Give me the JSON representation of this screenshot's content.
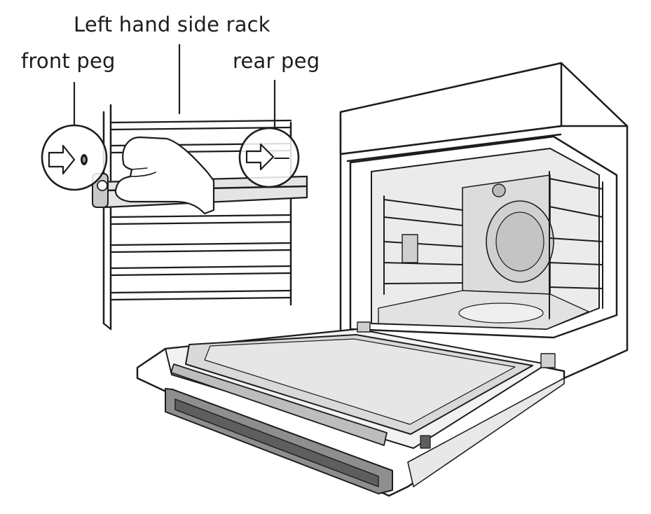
{
  "labels": {
    "rack": "Left hand side rack",
    "front_peg": "front peg",
    "rear_peg": "rear peg"
  },
  "colors": {
    "line": "#1d1d1b",
    "cavity": "#e6e6e6",
    "cavity_dark": "#cfcfcf",
    "glass": "#d9d9d9",
    "metal": "#f2f2f2"
  }
}
